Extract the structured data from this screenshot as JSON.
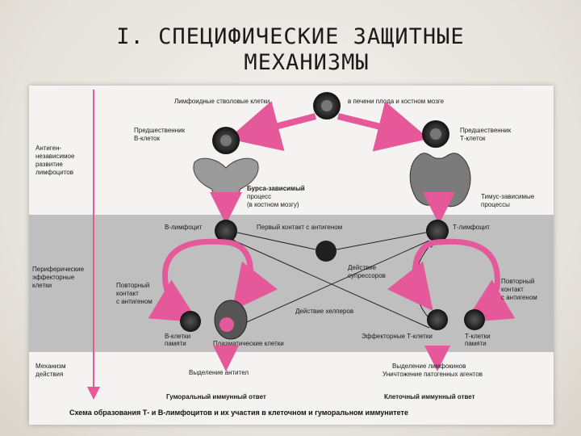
{
  "title": {
    "line1": "I. СПЕЦИФИЧЕСКИЕ ЗАЩИТНЫЕ",
    "line2": "МЕХАНИЗМЫ"
  },
  "diagram": {
    "top_left": "Лимфоидные стволовые клетки",
    "top_right": "в печени плода и костном мозге",
    "prec_b1": "Предшественник",
    "prec_b2": "В-клеток",
    "prec_t1": "Предшественник",
    "prec_t2": "Т-клеток",
    "bursa1": "Бурса-зависимый",
    "bursa2": "процесс",
    "bursa3": "(в костном мозгу)",
    "thymus1": "Тимус-зависимые",
    "thymus2": "процессы",
    "b_lymph": "В-лимфоцит",
    "t_lymph": "Т-лимфоцит",
    "first_contact": "Первый контакт с антигеном",
    "suppress1": "Действие",
    "suppress2": "супрессоров",
    "helpers": "Действие хелперов",
    "repeat_l1": "Повторный",
    "repeat_l2": "контакт",
    "repeat_l3": "с антигеном",
    "repeat_r1": "Повторный",
    "repeat_r2": "контакт",
    "repeat_r3": "с антигеном",
    "b_mem1": "В-клетки",
    "b_mem2": "памяти",
    "plasma": "Плазматические клетки",
    "effector_t": "Эффекторные Т-клетки",
    "t_mem1": "Т-клетки",
    "t_mem2": "памяти",
    "antibodies": "Выделение антител",
    "lymphokines": "Выделение лимфокинов",
    "pathogens": "Уничтожение патогенных агентов",
    "humoral": "Гуморальный иммунный ответ",
    "cellular": "Клеточный иммунный ответ",
    "side1_a": "Антиген-",
    "side1_b": "независимое",
    "side1_c": "развитие",
    "side1_d": "лимфоцитов",
    "side2_a": "Периферические",
    "side2_b": "эффекторные",
    "side2_c": "клетки",
    "side3_a": "Механизм",
    "side3_b": "действия",
    "caption": "Схема образования Т- и В-лимфоцитов и их участия в клеточном и гуморальном иммунитете"
  }
}
